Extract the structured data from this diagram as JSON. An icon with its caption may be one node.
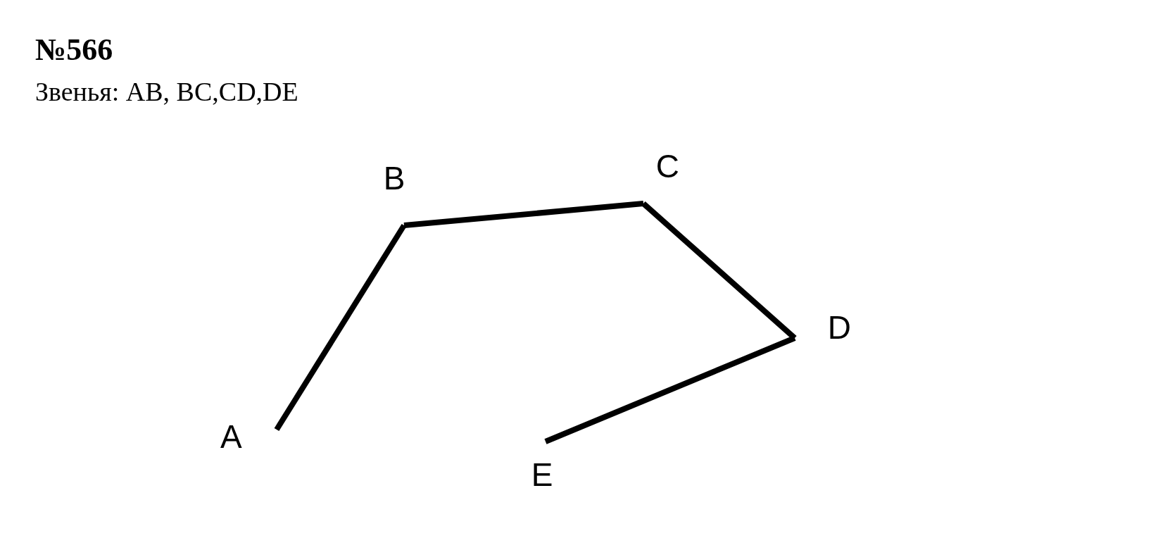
{
  "diagram": {
    "title": "№566",
    "nodes": [
      {
        "text": [
          "A"
        ]
      },
      {
        "text": [
          "B"
        ]
      },
      {
        "text": [
          "C"
        ]
      },
      {
        "text": [
          "D"
        ]
      },
      {
        "text": [
          "E"
        ]
      }
    ],
    "edges": [
      {
        "from": 0,
        "to": 1,
        "arrow": "none"
      },
      {
        "from": 1,
        "to": 2,
        "arrow": "none"
      },
      {
        "from": 2,
        "to": 3,
        "arrow": "none"
      },
      {
        "from": 3,
        "to": 4,
        "arrow": "none"
      }
    ],
    "labels": [
      "Звенья: AB, BC,CD,DE"
    ]
  }
}
